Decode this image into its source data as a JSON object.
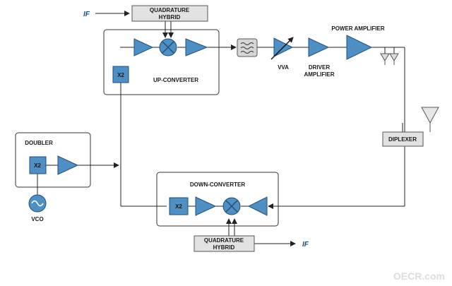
{
  "labels": {
    "if_top": "IF",
    "quad_hybrid_top_line1": "QUADRATURE",
    "quad_hybrid_top_line2": "HYBRID",
    "x2_up": "X2",
    "up_converter": "UP-CONVERTER",
    "vva": "VVA",
    "driver_amp_line1": "DRIVER",
    "driver_amp_line2": "AMPLIFIER",
    "power_amplifier": "POWER AMPLIFIER",
    "doubler": "DOUBLER",
    "x2_doubler": "X2",
    "vco": "VCO",
    "diplexer": "DIPLEXER",
    "down_converter": "DOWN-CONVERTER",
    "x2_down": "X2",
    "quad_hybrid_bottom_line1": "QUADRATURE",
    "quad_hybrid_bottom_line2": "HYBRID",
    "if_bottom": "IF"
  },
  "watermark": "OECR.com",
  "colors": {
    "block_fill": "#4f8fc4",
    "block_stroke": "#1f4f7a",
    "if_text": "#1f4e79",
    "hybrid_fill": "#e2e2e2"
  }
}
